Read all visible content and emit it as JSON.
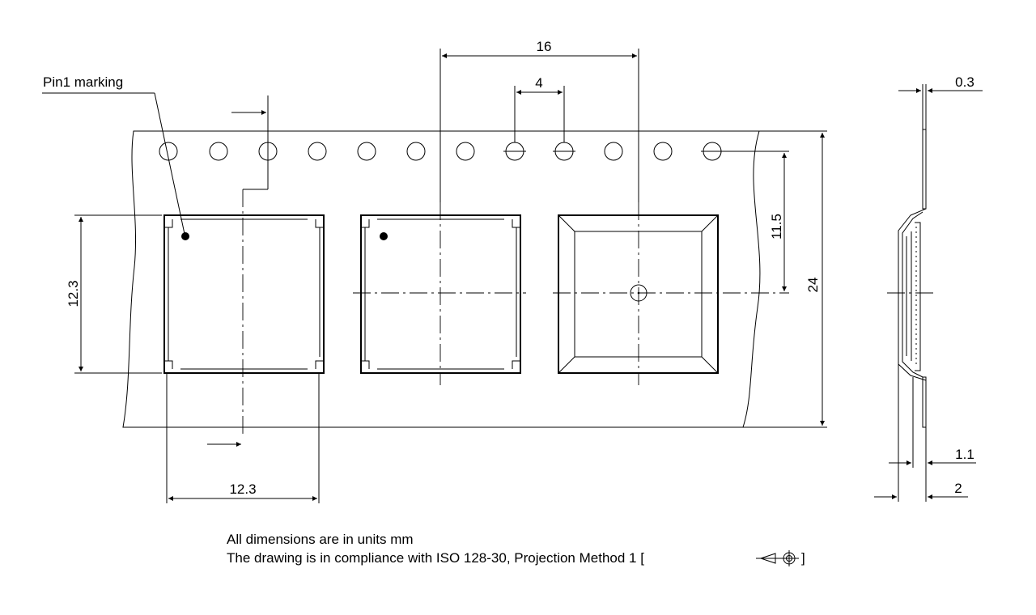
{
  "annotations": {
    "pin1": "Pin1 marking"
  },
  "dimensions": {
    "pitch_pocket": "16",
    "pitch_hole": "4",
    "offset_hole_center": "11.5",
    "tape_width": "24",
    "package_height": "12.3",
    "package_width": "12.3",
    "tape_thickness": "0.3",
    "pocket_depth_inner": "1.1",
    "pocket_depth_total": "2"
  },
  "notes": {
    "units": "All dimensions are in units mm",
    "compliance": "The drawing is in compliance with ISO 128-30, Projection Method 1 ["
  },
  "symbols": {
    "projection": "projection-method-1-icon",
    "closing_bracket": "]"
  },
  "colors": {
    "line": "#000000",
    "background": "#ffffff"
  }
}
